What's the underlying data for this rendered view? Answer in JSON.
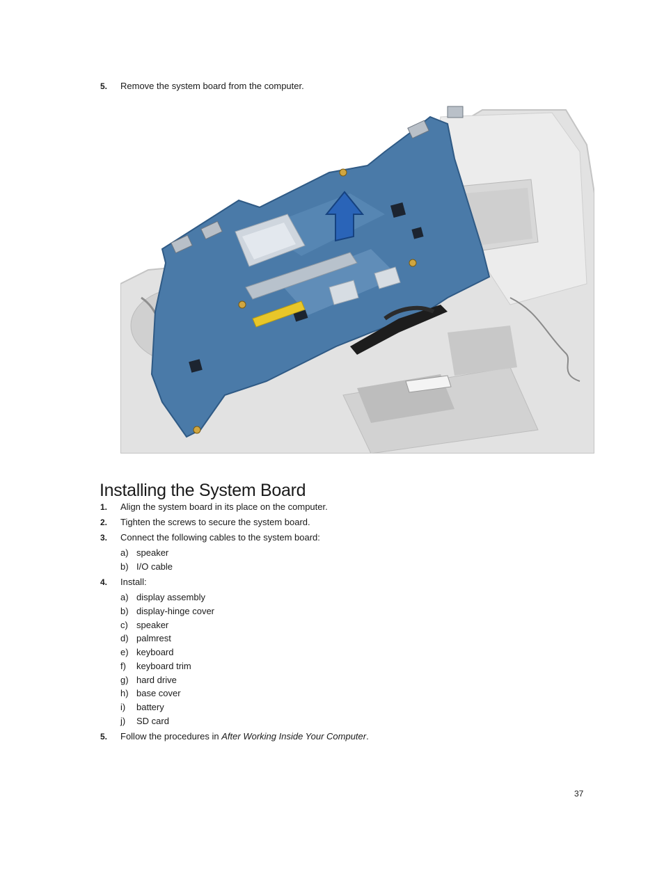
{
  "top_step": {
    "number": "5.",
    "text": "Remove the system board from the computer."
  },
  "section_title": "Installing the System Board",
  "steps": [
    {
      "number": "1.",
      "text": "Align the system board in its place on the computer."
    },
    {
      "number": "2.",
      "text": "Tighten the screws to secure the system board."
    },
    {
      "number": "3.",
      "text": "Connect the following cables to the system board:",
      "subitems": [
        {
          "letter": "a)",
          "text": "speaker"
        },
        {
          "letter": "b)",
          "text": "I/O cable"
        }
      ]
    },
    {
      "number": "4.",
      "text": "Install:",
      "subitems": [
        {
          "letter": "a)",
          "text": "display assembly"
        },
        {
          "letter": "b)",
          "text": "display-hinge cover"
        },
        {
          "letter": "c)",
          "text": "speaker"
        },
        {
          "letter": "d)",
          "text": "palmrest"
        },
        {
          "letter": "e)",
          "text": "keyboard"
        },
        {
          "letter": "f)",
          "text": "keyboard trim"
        },
        {
          "letter": "g)",
          "text": "hard drive"
        },
        {
          "letter": "h)",
          "text": "base cover"
        },
        {
          "letter": "i)",
          "text": "battery"
        },
        {
          "letter": "j)",
          "text": "SD card"
        }
      ]
    },
    {
      "number": "5.",
      "text_prefix": "Follow the procedures in ",
      "text_link": "After Working Inside Your Computer",
      "text_suffix": "."
    }
  ],
  "page_number": "37",
  "colors": {
    "board_blue": "#4a7aa8",
    "arrow_blue": "#2a64b8",
    "chassis_gray": "#dcdcdc"
  }
}
